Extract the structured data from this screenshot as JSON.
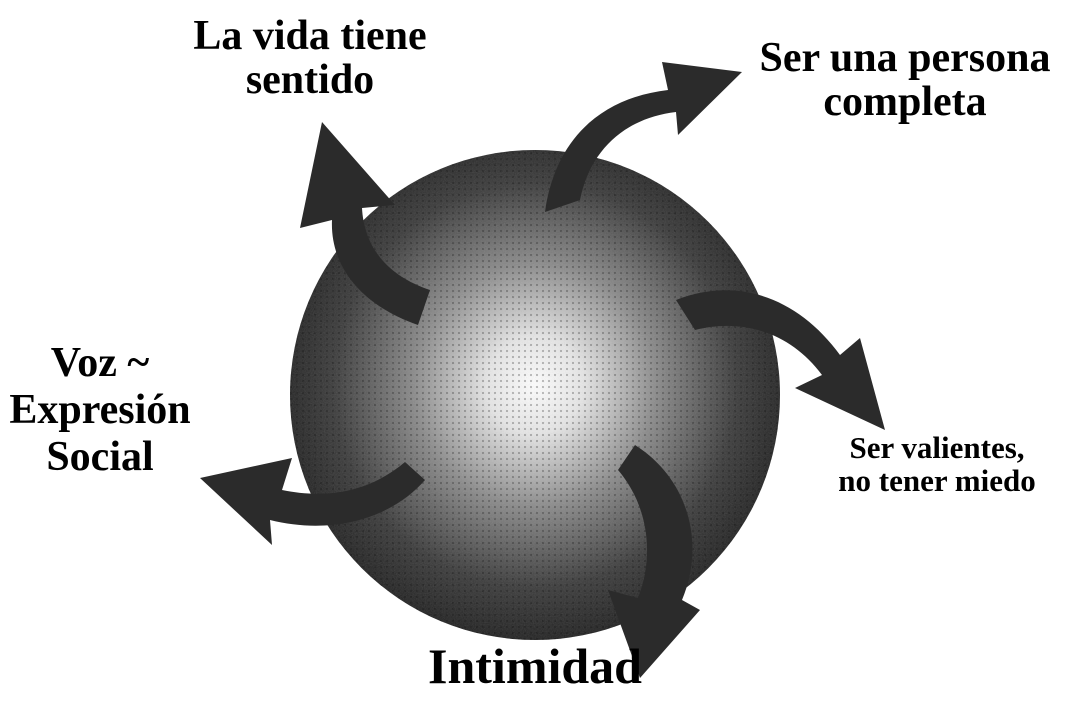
{
  "diagram": {
    "labels": {
      "life_meaning": [
        "La vida tiene",
        "sentido"
      ],
      "whole_person": [
        "Ser una persona",
        "completa"
      ],
      "courage": [
        "Ser valientes,",
        "no tener miedo"
      ],
      "voice": [
        "Voz ~",
        "Expresión",
        "Social"
      ],
      "intimacy": [
        "Intimidad"
      ]
    },
    "colors": {
      "sphere_light": "#ffffff",
      "sphere_dark": "#1a1a1a",
      "arrow": "#2b2b2b",
      "text": "#000000"
    }
  }
}
